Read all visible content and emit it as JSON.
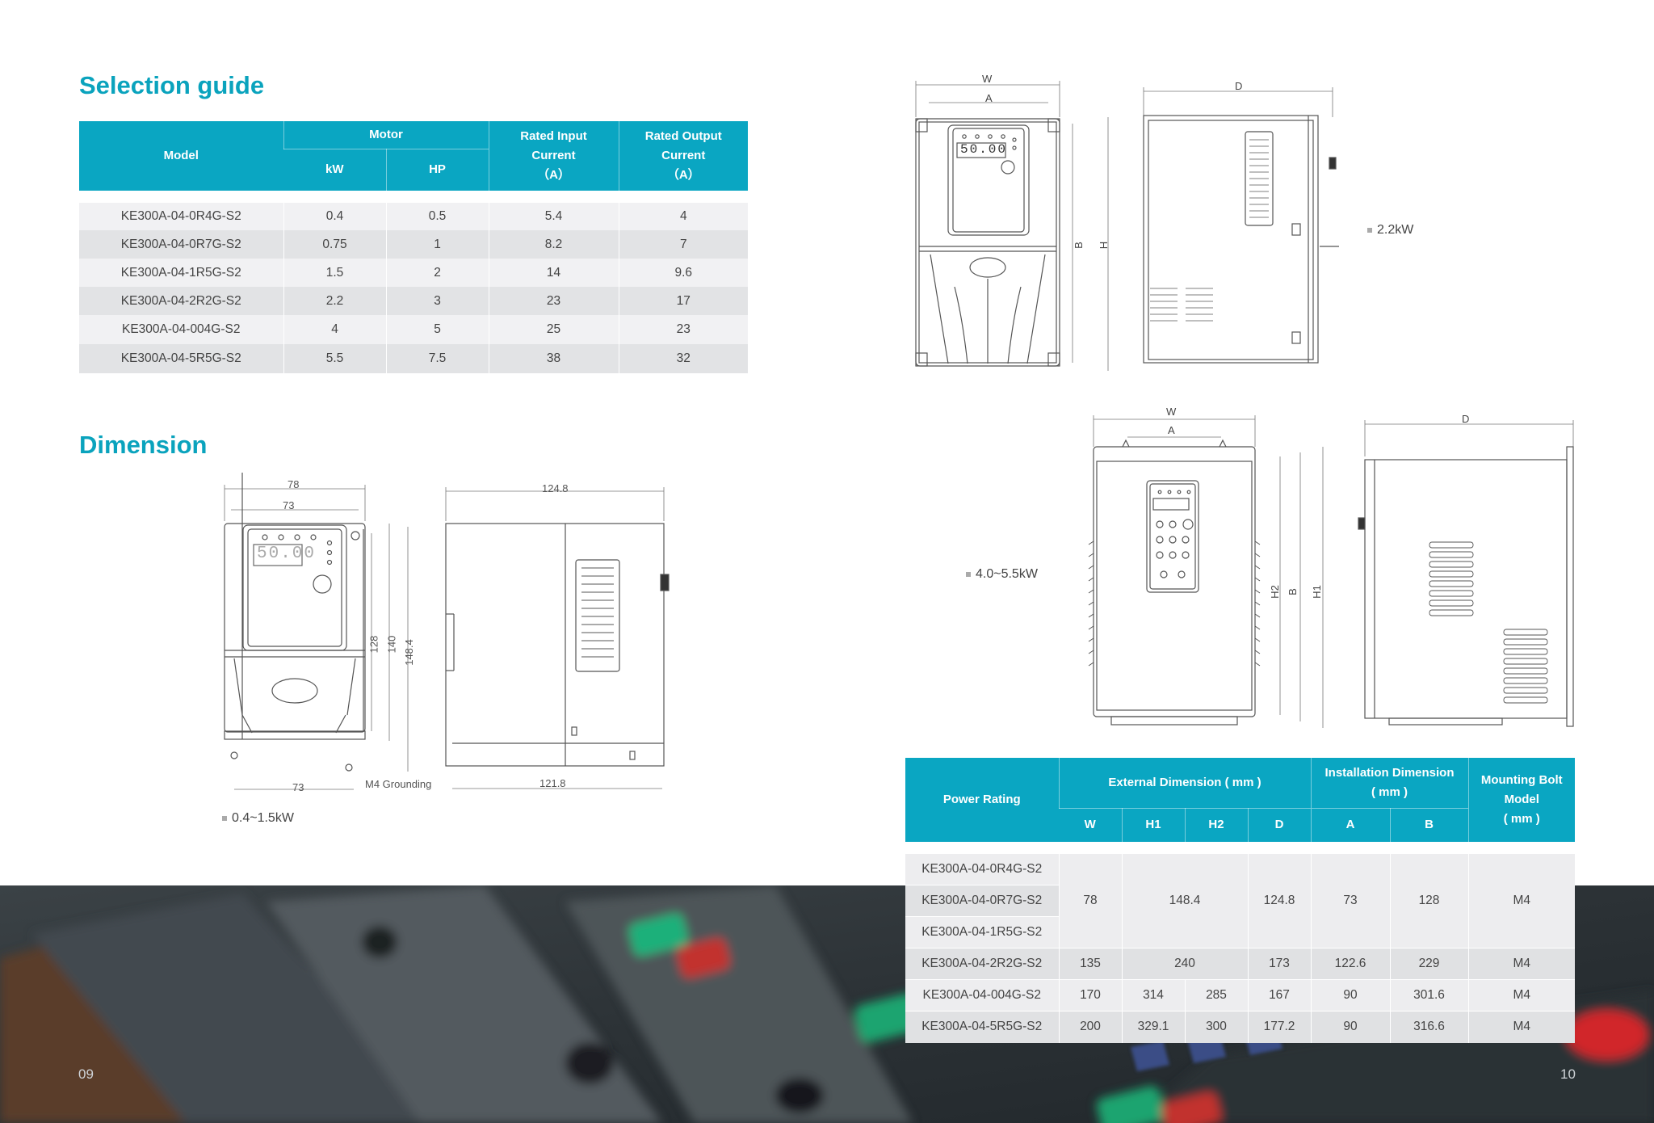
{
  "sections": {
    "selection_title": "Selection guide",
    "dimension_title": "Dimension"
  },
  "selection_table": {
    "headers": {
      "model": "Model",
      "motor": "Motor",
      "kw": "kW",
      "hp": "HP",
      "input": [
        "Rated Input",
        "Current",
        "（A）"
      ],
      "output": [
        "Rated Output",
        "Current",
        "（A）"
      ]
    },
    "rows": [
      [
        "KE300A-04-0R4G-S2",
        "0.4",
        "0.5",
        "5.4",
        "4"
      ],
      [
        "KE300A-04-0R7G-S2",
        "0.75",
        "1",
        "8.2",
        "7"
      ],
      [
        "KE300A-04-1R5G-S2",
        "1.5",
        "2",
        "14",
        "9.6"
      ],
      [
        "KE300A-04-2R2G-S2",
        "2.2",
        "3",
        "23",
        "17"
      ],
      [
        "KE300A-04-004G-S2",
        "4",
        "5",
        "25",
        "23"
      ],
      [
        "KE300A-04-5R5G-S2",
        "5.5",
        "7.5",
        "38",
        "32"
      ]
    ]
  },
  "drawing_small": {
    "display": "50.00",
    "dims": {
      "w_top": "78",
      "a_top": "73",
      "depth_top": "124.8",
      "h1": "128",
      "h2": "140",
      "h3": "148.4",
      "w_bottom": "73",
      "grounding": "M4 Grounding",
      "depth_bottom": "121.8"
    },
    "caption": "0.4~1.5kW"
  },
  "drawing_mid": {
    "display": "50.00",
    "dims": {
      "w": "W",
      "a": "A",
      "d": "D",
      "b": "B",
      "h": "H"
    },
    "caption": "2.2kW"
  },
  "drawing_large": {
    "dims": {
      "w": "W",
      "a": "A",
      "d": "D",
      "h2": "H2",
      "b": "B",
      "h1": "H1"
    },
    "caption": "4.0~5.5kW"
  },
  "dimension_table": {
    "headers": {
      "power": "Power Rating",
      "external": "External Dimension ( mm )",
      "install": [
        "Installation Dimension",
        "( mm )"
      ],
      "bolt": [
        "Mounting Bolt",
        "Model",
        "( mm )"
      ],
      "w": "W",
      "h1": "H1",
      "h2": "H2",
      "d": "D",
      "a": "A",
      "b": "B"
    },
    "models": [
      "KE300A-04-0R4G-S2",
      "KE300A-04-0R7G-S2",
      "KE300A-04-1R5G-S2",
      "KE300A-04-2R2G-S2",
      "KE300A-04-004G-S2",
      "KE300A-04-5R5G-S2"
    ],
    "group1": {
      "w": "78",
      "h": "148.4",
      "d": "124.8",
      "a": "73",
      "b": "128",
      "bolt": "M4"
    },
    "row_2r2": {
      "w": "135",
      "h": "240",
      "d": "173",
      "a": "122.6",
      "b": "229",
      "bolt": "M4"
    },
    "row_004": {
      "w": "170",
      "h1": "314",
      "h2": "285",
      "d": "167",
      "a": "90",
      "b": "301.6",
      "bolt": "M4"
    },
    "row_5r5": {
      "w": "200",
      "h1": "329.1",
      "h2": "300",
      "d": "177.2",
      "a": "90",
      "b": "316.6",
      "bolt": "M4"
    }
  },
  "page_numbers": {
    "left": "09",
    "right": "10"
  }
}
